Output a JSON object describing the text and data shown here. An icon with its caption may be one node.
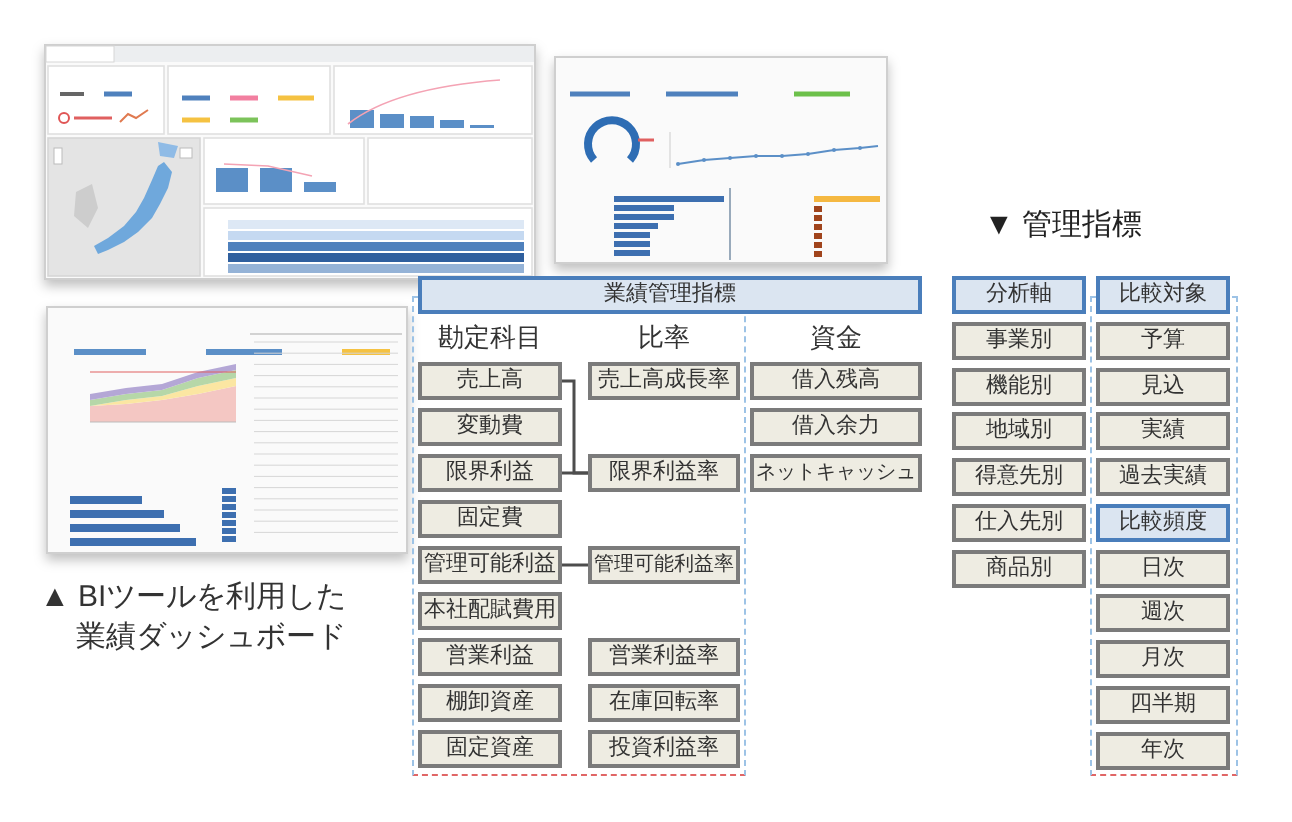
{
  "diagram": {
    "nodes": [
      {
        "text": [
          "業績管理指標"
        ]
      },
      {
        "text": [
          "売上高"
        ]
      },
      {
        "text": [
          "変動費"
        ]
      },
      {
        "text": [
          "限界利益"
        ]
      },
      {
        "text": [
          "固定費"
        ]
      },
      {
        "text": [
          "管理可能利益"
        ]
      },
      {
        "text": [
          "本社配賦費用"
        ]
      },
      {
        "text": [
          "営業利益"
        ]
      },
      {
        "text": [
          "棚卸資産"
        ]
      },
      {
        "text": [
          "固定資産"
        ]
      },
      {
        "text": [
          "売上高成長率"
        ]
      },
      {
        "text": [
          "限界利益率"
        ]
      },
      {
        "text": [
          "管理可能利益率"
        ]
      },
      {
        "text": [
          "営業利益率"
        ]
      },
      {
        "text": [
          "在庫回転率"
        ]
      },
      {
        "text": [
          "投資利益率"
        ]
      },
      {
        "text": [
          "借入残高"
        ]
      },
      {
        "text": [
          "借入余力"
        ]
      },
      {
        "text": [
          "ネットキャッシュ"
        ]
      },
      {
        "text": [
          "分析軸"
        ]
      },
      {
        "text": [
          "事業別"
        ]
      },
      {
        "text": [
          "機能別"
        ]
      },
      {
        "text": [
          "地域別"
        ]
      },
      {
        "text": [
          "得意先別"
        ]
      },
      {
        "text": [
          "仕入先別"
        ]
      },
      {
        "text": [
          "商品別"
        ]
      },
      {
        "text": [
          "比較対象"
        ]
      },
      {
        "text": [
          "予算"
        ]
      },
      {
        "text": [
          "見込"
        ]
      },
      {
        "text": [
          "実績"
        ]
      },
      {
        "text": [
          "過去実績"
        ]
      },
      {
        "text": [
          "比較頻度"
        ]
      },
      {
        "text": [
          "日次"
        ]
      },
      {
        "text": [
          "週次"
        ]
      },
      {
        "text": [
          "月次"
        ]
      },
      {
        "text": [
          "四半期"
        ]
      },
      {
        "text": [
          "年次"
        ]
      }
    ],
    "edges": [
      {
        "from": 1,
        "to": 11,
        "arrow": "none"
      },
      {
        "from": 3,
        "to": 11,
        "arrow": "none"
      },
      {
        "from": 5,
        "to": 12,
        "arrow": "none"
      }
    ],
    "labels": [
      "▼ 管理指標",
      "勘定科目",
      "比率",
      "資金",
      "▲ BIツールを利用した業績ダッシュボード"
    ]
  }
}
